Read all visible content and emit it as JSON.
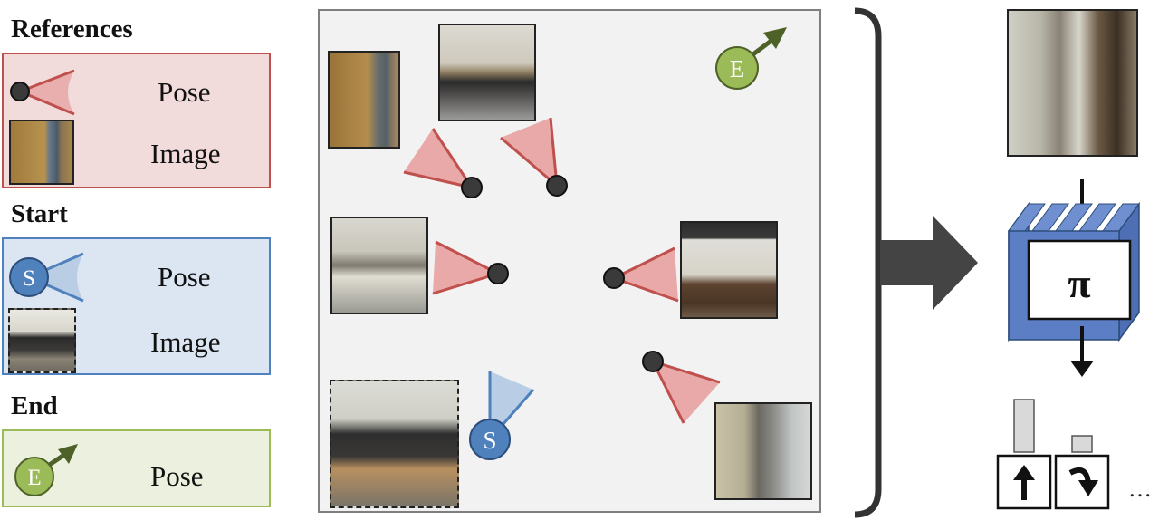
{
  "legend": {
    "references": {
      "heading": "References",
      "pose_label": "Pose",
      "image_label": "Image"
    },
    "start": {
      "heading": "Start",
      "pose_label": "Pose",
      "image_label": "Image",
      "marker_letter": "S"
    },
    "end": {
      "heading": "End",
      "pose_label": "Pose",
      "marker_letter": "E"
    }
  },
  "map": {
    "start_marker_letter": "S",
    "end_marker_letter": "E"
  },
  "policy": {
    "symbol": "π",
    "action_up_glyph": "▲",
    "ellipsis": "…"
  },
  "colors": {
    "reference": "#c0504d",
    "reference_fill": "#e8a9a8",
    "reference_panel_bg": "#f2dcdb",
    "start": "#4f81bd",
    "start_fill": "#b9cde5",
    "start_panel_bg": "#dce6f2",
    "end": "#77933c",
    "end_fill": "#9bbb59",
    "end_panel_bg": "#ebf1de",
    "arrow": "#444444",
    "map_bg": "#f2f2f2"
  }
}
